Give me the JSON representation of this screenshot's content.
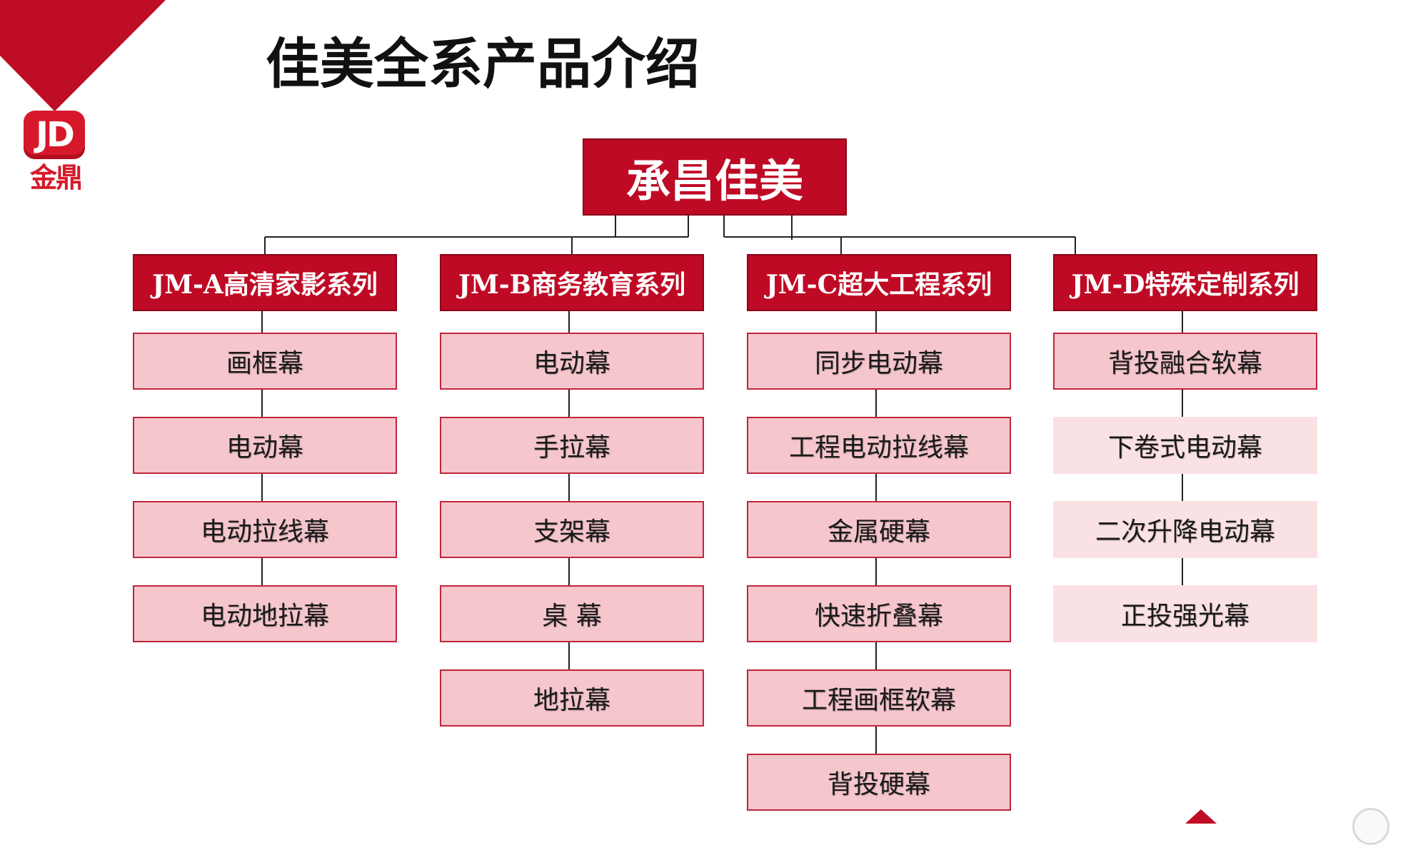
{
  "title": "佳美全系产品介绍",
  "logo": {
    "mark": "JD",
    "text": "金鼎"
  },
  "colors": {
    "accent": "#bf0a25",
    "item_fill": "#f5c6cc",
    "item_fill_faded": "#fae1e4"
  },
  "root": {
    "label": "承昌佳美"
  },
  "series": [
    {
      "label": "JM-A高清家影系列",
      "items": [
        {
          "label": "画框幕"
        },
        {
          "label": "电动幕"
        },
        {
          "label": "电动拉线幕"
        },
        {
          "label": "电动地拉幕"
        }
      ]
    },
    {
      "label": "JM-B商务教育系列",
      "items": [
        {
          "label": "电动幕"
        },
        {
          "label": "手拉幕"
        },
        {
          "label": "支架幕"
        },
        {
          "label": "桌 幕"
        },
        {
          "label": "地拉幕"
        }
      ]
    },
    {
      "label": "JM-C超大工程系列",
      "items": [
        {
          "label": "同步电动幕"
        },
        {
          "label": "工程电动拉线幕"
        },
        {
          "label": "金属硬幕"
        },
        {
          "label": "快速折叠幕"
        },
        {
          "label": "工程画框软幕"
        },
        {
          "label": "背投硬幕"
        }
      ]
    },
    {
      "label": "JM-D特殊定制系列",
      "items": [
        {
          "label": "背投融合软幕",
          "faded": false
        },
        {
          "label": "下卷式电动幕",
          "faded": true
        },
        {
          "label": "二次升降电动幕",
          "faded": true
        },
        {
          "label": "正投强光幕",
          "faded": true
        }
      ]
    }
  ]
}
